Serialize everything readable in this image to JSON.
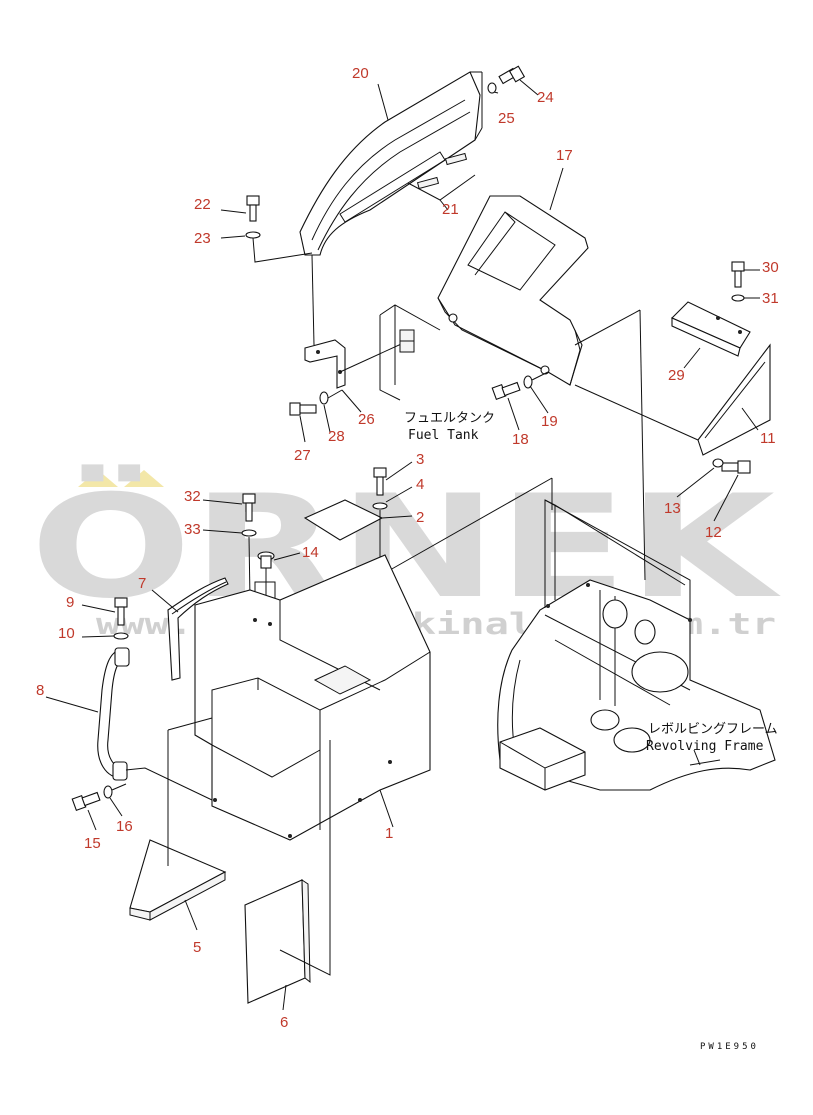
{
  "watermark": {
    "brand": "ÖRNEK",
    "url": "www.ornekismakinalari.com.tr",
    "accent_color": "#f3e7a8"
  },
  "labels": {
    "fuel_tank_jp": "フュエルタンク",
    "fuel_tank_en": "Fuel Tank",
    "revolving_frame_jp": "レボルビングフレーム",
    "revolving_frame_en": "Revolving Frame"
  },
  "callouts": [
    "1",
    "2",
    "3",
    "4",
    "5",
    "6",
    "7",
    "8",
    "9",
    "10",
    "11",
    "12",
    "13",
    "14",
    "15",
    "16",
    "17",
    "18",
    "19",
    "20",
    "21",
    "22",
    "23",
    "24",
    "25",
    "26",
    "27",
    "28",
    "29",
    "30",
    "31",
    "32",
    "33"
  ],
  "drawing_code": "PW1E950",
  "colors": {
    "callout": "#c0392b",
    "line": "#111111"
  }
}
